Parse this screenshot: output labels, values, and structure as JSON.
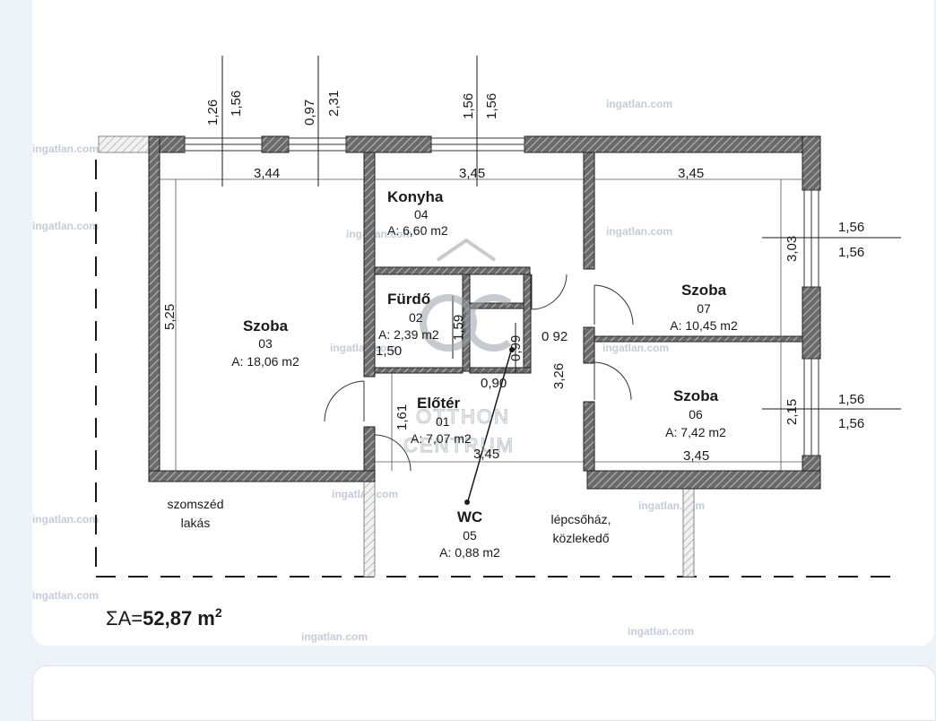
{
  "rooms": {
    "szoba03": {
      "name": "Szoba",
      "num": "03",
      "area": "A: 18,06 m2"
    },
    "konyha": {
      "name": "Konyha",
      "num": "04",
      "area": "A: 6,60 m2"
    },
    "furdo": {
      "name": "Fürdő",
      "num": "02",
      "area": "A: 2,39 m2"
    },
    "eloter": {
      "name": "Előtér",
      "num": "01",
      "area": "A: 7,07 m2"
    },
    "szoba07": {
      "name": "Szoba",
      "num": "07",
      "area": "A: 10,45 m2"
    },
    "szoba06": {
      "name": "Szoba",
      "num": "06",
      "area": "A: 7,42 m2"
    },
    "wc": {
      "name": "WC",
      "num": "05",
      "area": "A: 0,88 m2"
    }
  },
  "labels": {
    "neighbor_line1": "szomszéd",
    "neighbor_line2": "lakás",
    "stair_line1": "lépcsőház,",
    "stair_line2": "közlekedő"
  },
  "dims": {
    "w1": "3,44",
    "w2": "3,45",
    "w3": "3,45",
    "h_left": "5,25",
    "bottom_right": "3,45",
    "eloter_w": "3,45",
    "win1a": "1,26",
    "win1b": "1,56",
    "win2a": "0,97",
    "win2b": "2,31",
    "win3a": "1,56",
    "win3b": "1,56",
    "rwin1a": "1,56",
    "rwin1b": "1,56",
    "rwin2a": "1,56",
    "rwin2b": "1,56",
    "d303": "3,03",
    "d215": "2,15",
    "d159": "1,59",
    "d150": "1,50",
    "d161": "1,61",
    "d099": "0,99",
    "d090": "0,90",
    "d092": "0 92",
    "d326": "3,26"
  },
  "total": {
    "prefix": "ΣA=",
    "value": "52,87 m",
    "sup": "2"
  },
  "watermark": "ingatlan.com",
  "logo": {
    "line1": "OTTHON",
    "line2": "CENTRUM"
  },
  "colors": {
    "wall": "#555555",
    "line": "#1a1a1a",
    "watermark": "#c4ccd6",
    "background": "#eef2f9"
  }
}
